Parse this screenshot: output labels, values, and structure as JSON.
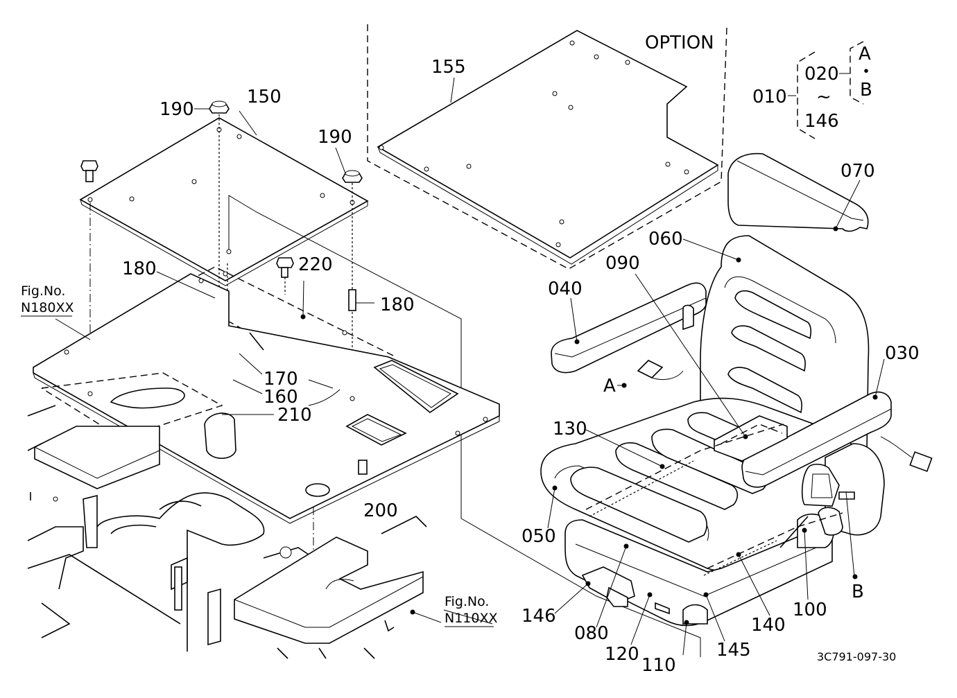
{
  "diagram": {
    "option_label": "OPTION",
    "drawing_code": "3C791-097-30",
    "parts": [
      {
        "id": "p155",
        "label": "155"
      },
      {
        "id": "p150",
        "label": "150"
      },
      {
        "id": "p190a",
        "label": "190"
      },
      {
        "id": "p190b",
        "label": "190"
      },
      {
        "id": "p180a",
        "label": "180"
      },
      {
        "id": "p180b",
        "label": "180"
      },
      {
        "id": "p220",
        "label": "220"
      },
      {
        "id": "p170",
        "label": "170"
      },
      {
        "id": "p160",
        "label": "160"
      },
      {
        "id": "p210",
        "label": "210"
      },
      {
        "id": "p200",
        "label": "200"
      },
      {
        "id": "p070",
        "label": "070"
      },
      {
        "id": "p060",
        "label": "060"
      },
      {
        "id": "p090",
        "label": "090"
      },
      {
        "id": "p040",
        "label": "040"
      },
      {
        "id": "p030",
        "label": "030"
      },
      {
        "id": "p130",
        "label": "130"
      },
      {
        "id": "p050",
        "label": "050"
      },
      {
        "id": "p146",
        "label": "146"
      },
      {
        "id": "p080",
        "label": "080"
      },
      {
        "id": "p120",
        "label": "120"
      },
      {
        "id": "p110",
        "label": "110"
      },
      {
        "id": "p145",
        "label": "145"
      },
      {
        "id": "p140",
        "label": "140"
      },
      {
        "id": "p100",
        "label": "100"
      },
      {
        "id": "pA",
        "label": "A"
      },
      {
        "id": "pB",
        "label": "B"
      }
    ],
    "fig_refs": [
      {
        "line1": "Fig.No.",
        "line2": "N180XX"
      },
      {
        "line1": "Fig.No.",
        "line2": "N110XX"
      }
    ],
    "assembly_key": {
      "parent": "010",
      "range_start": "020",
      "range_sep": "~",
      "range_end": "146",
      "variant_a": "A",
      "variant_sep": "・",
      "variant_b": "B"
    }
  }
}
